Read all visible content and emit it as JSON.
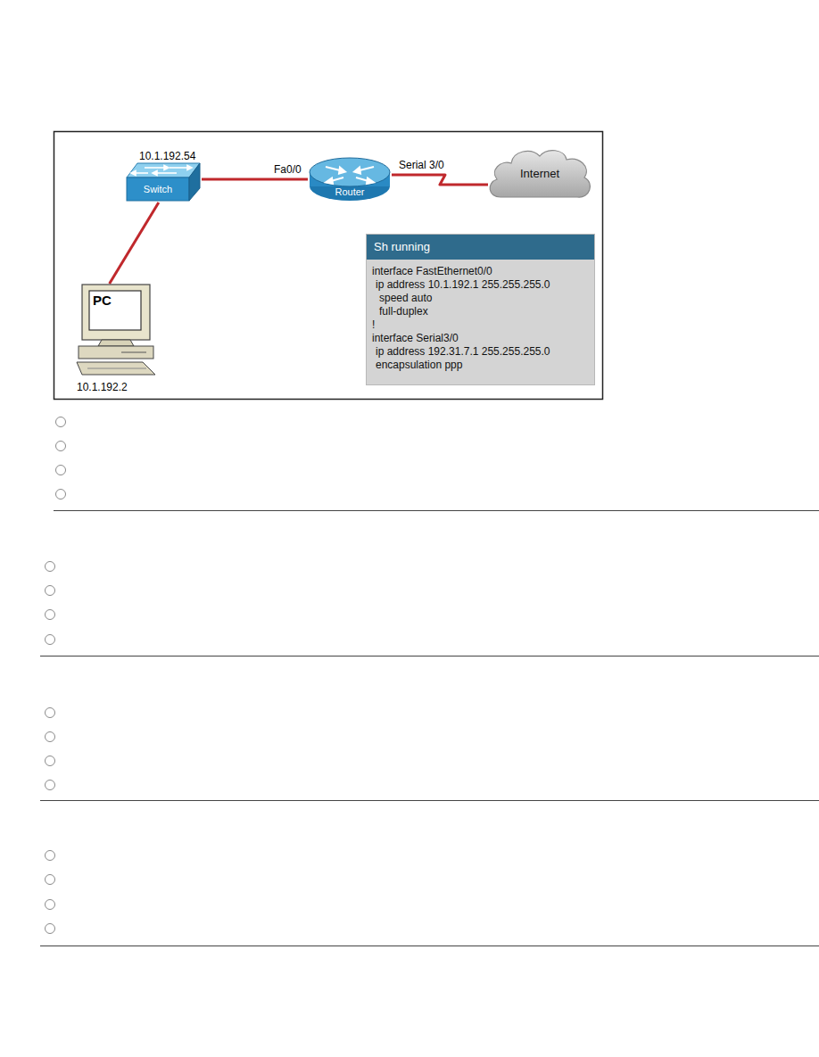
{
  "diagram": {
    "nodes": [
      {
        "text": [
          "Switch"
        ]
      },
      {
        "text": [
          "Router"
        ]
      },
      {
        "text": [
          "Internet"
        ]
      },
      {
        "text": [
          "PC"
        ]
      },
      {
        "text": [
          "Sh running",
          "interface FastEthernet0/0",
          "ip address 10.1.192.1 255.255.255.0",
          "speed auto",
          "full-duplex",
          "!",
          "interface Serial3/0",
          "ip address 192.31.7.1 255.255.255.0",
          "encapsulation ppp"
        ]
      }
    ],
    "edges": [
      {
        "from": 0,
        "to": 1,
        "arrow": "none",
        "label": "Fa0/0"
      },
      {
        "from": 1,
        "to": 2,
        "arrow": "none",
        "label": "Serial 3/0"
      },
      {
        "from": 0,
        "to": 3,
        "arrow": "none"
      }
    ],
    "labels": [
      "10.1.192.54",
      "10.1.192.2"
    ]
  }
}
